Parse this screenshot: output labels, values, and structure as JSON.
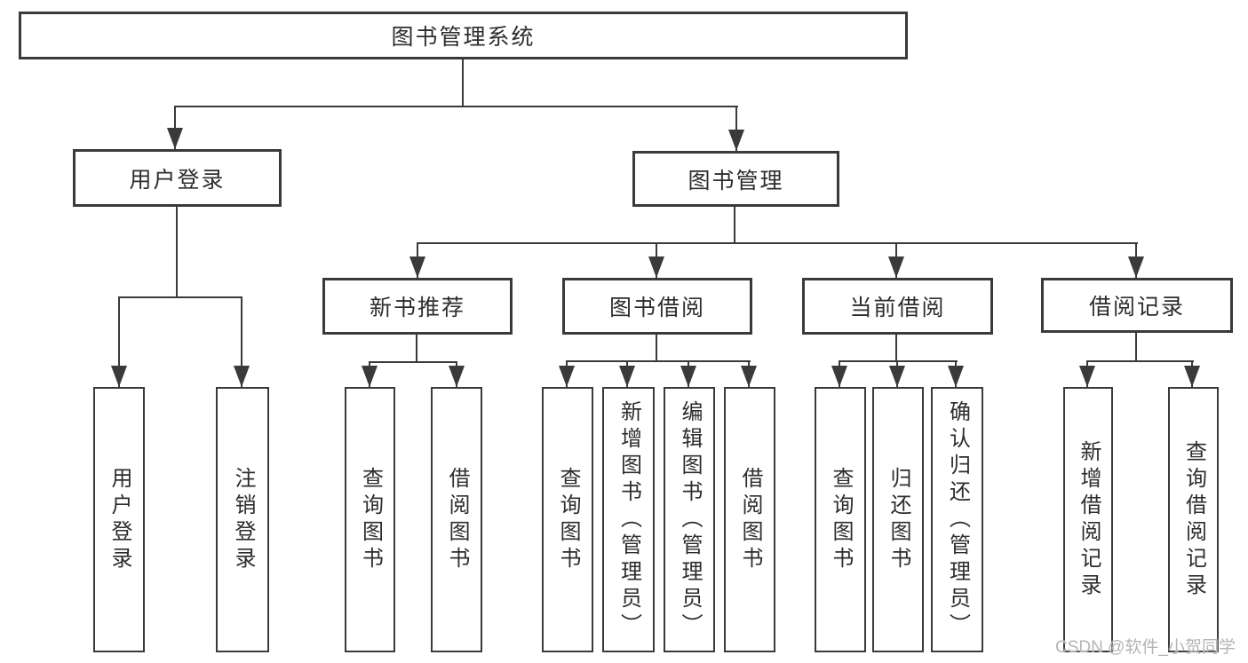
{
  "diagram_type": "hierarchy-tree",
  "tree": {
    "label": "图书管理系统",
    "children": [
      {
        "label": "用户登录",
        "children": [
          {
            "label": "用户登录"
          },
          {
            "label": "注销登录"
          }
        ]
      },
      {
        "label": "图书管理",
        "children": [
          {
            "label": "新书推荐",
            "children": [
              {
                "label": "查询图书"
              },
              {
                "label": "借阅图书"
              }
            ]
          },
          {
            "label": "图书借阅",
            "children": [
              {
                "label": "查询图书"
              },
              {
                "label": "新增图书（管理员）"
              },
              {
                "label": "编辑图书（管理员）"
              },
              {
                "label": "借阅图书"
              }
            ]
          },
          {
            "label": "当前借阅",
            "children": [
              {
                "label": "查询图书"
              },
              {
                "label": "归还图书"
              },
              {
                "label": "确认归还（管理员）"
              }
            ]
          },
          {
            "label": "借阅记录",
            "children": [
              {
                "label": "新增借阅记录"
              },
              {
                "label": "查询借阅记录"
              }
            ]
          }
        ]
      }
    ]
  },
  "watermark": {
    "text": "CSDN @软件_小贺同学"
  },
  "colors": {
    "line": "#3a3a3a",
    "box_border": "#3a3a3a",
    "text": "#2d2d2d",
    "background": "#ffffff",
    "watermark_text": "#b5b5b5"
  }
}
